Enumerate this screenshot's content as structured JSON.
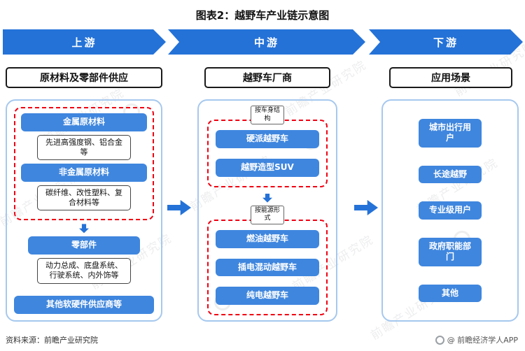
{
  "title": "图表2：越野车产业链示意图",
  "banners": {
    "upstream": "上游",
    "midstream": "中游",
    "downstream": "下游"
  },
  "upstream": {
    "header": "原材料及零部件供应",
    "metal_title": "金属原材料",
    "metal_detail": "先进高强度钢、铝合金等",
    "nonmetal_title": "非金属原材料",
    "nonmetal_detail": "碳纤维、改性塑料、复合材料等",
    "parts_title": "零部件",
    "parts_detail": "动力总成、底盘系统、行驶系统、内外饰等",
    "other": "其他软硬件供应商等"
  },
  "midstream": {
    "header": "越野车厂商",
    "group1_label": "按车身结构",
    "group1_items": [
      "硬派越野车",
      "越野造型SUV"
    ],
    "group2_label": "按能源形式",
    "group2_items": [
      "燃油越野车",
      "插电混动越野车",
      "纯电越野车"
    ]
  },
  "downstream": {
    "header": "应用场景",
    "items": [
      "城市出行用户",
      "长途越野",
      "专业级用户",
      "政府职能部门",
      "其他"
    ]
  },
  "footer": {
    "source": "资料来源：前瞻产业研究院",
    "brand": "@ 前瞻经济学人APP"
  },
  "watermark": {
    "text": "前瞻产业研究院"
  },
  "colors": {
    "banner_blue": "#2472d8",
    "box_blue": "#3f86de",
    "dashed_red": "#f00012",
    "panel_border": "#a6c8ee"
  }
}
